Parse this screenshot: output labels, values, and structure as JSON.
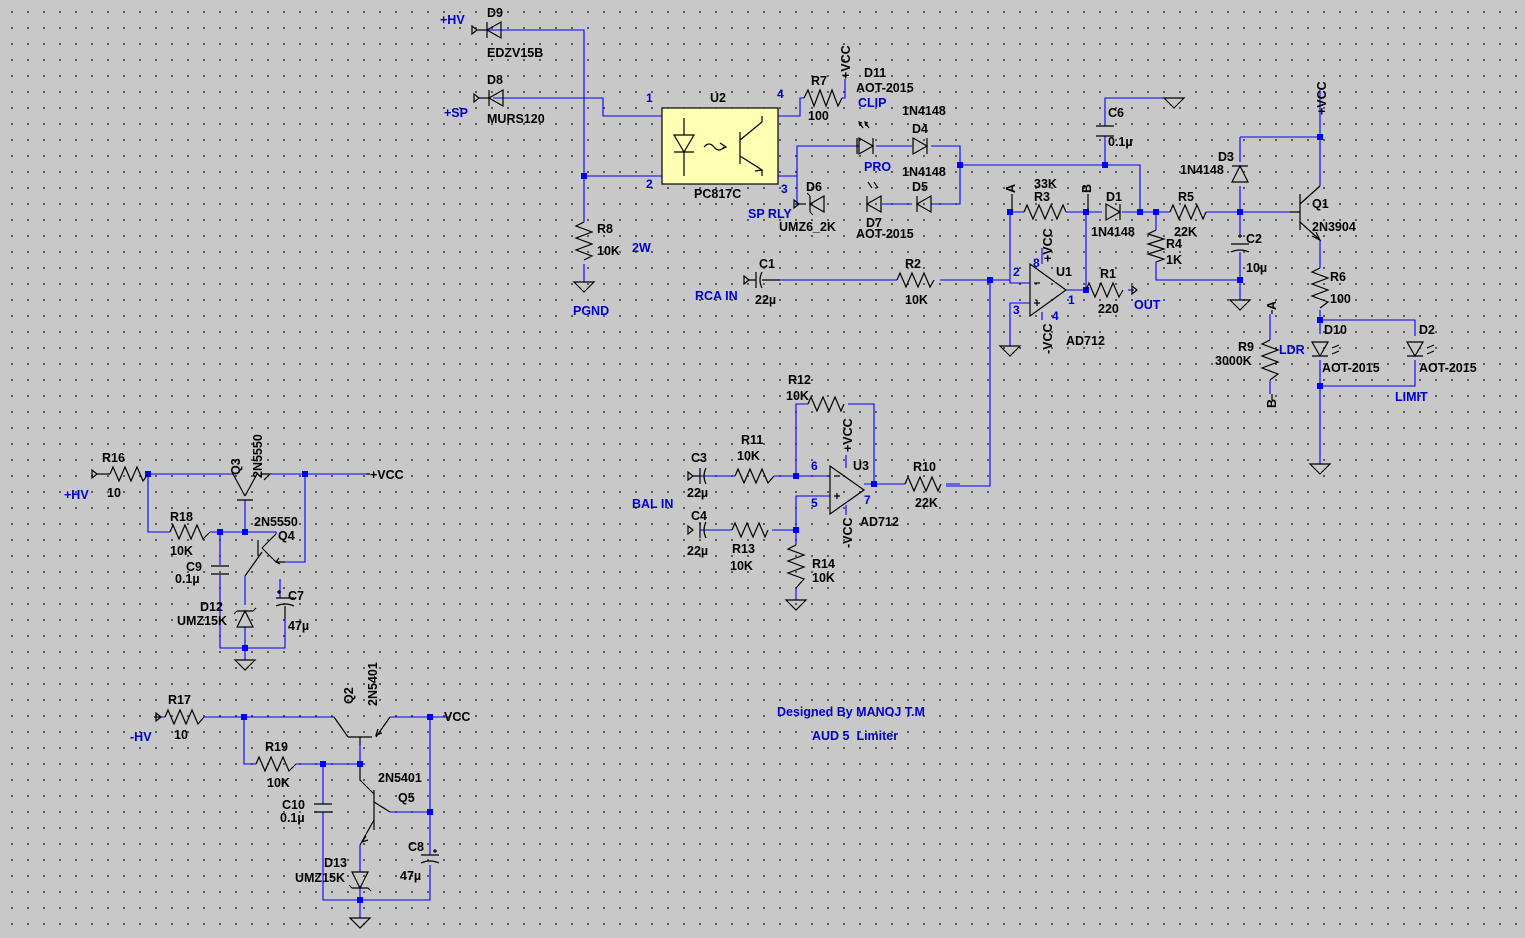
{
  "footer": {
    "designer": "Designed By MANOJ T.M",
    "title": "AUD 5  Limiter"
  },
  "nets": {
    "hv": "+HV",
    "sp": "+SP",
    "pgnd": "PGND",
    "sp_rly": "SP RLY",
    "rca_in": "RCA IN",
    "bal_in": "BAL IN",
    "out": "OUT",
    "limit": "LIMIT",
    "ldr": "LDR",
    "a": "A",
    "b": "B",
    "pvcc": "+VCC",
    "nvcc": "-VCC",
    "vcc": "VCC",
    "nhv": "-HV",
    "clip": "CLIP",
    "pro": "PRO",
    "w2": "2W"
  },
  "parts": {
    "d9": {
      "ref": "D9",
      "value": "EDZV15B"
    },
    "d8": {
      "ref": "D8",
      "value": "MURS120"
    },
    "u2": {
      "ref": "U2",
      "value": "PC817C",
      "pins": [
        "1",
        "2",
        "3",
        "4"
      ]
    },
    "r7": {
      "ref": "R7",
      "value": "100"
    },
    "d11": {
      "ref": "D11",
      "value": "AOT-2015"
    },
    "d4": {
      "ref": "D4",
      "value": "1N4148"
    },
    "d5": {
      "ref": "D5",
      "value": "1N4148"
    },
    "d6": {
      "ref": "D6",
      "value": "UMZ6_2K"
    },
    "d7": {
      "ref": "D7",
      "value": "AOT-2015"
    },
    "r8": {
      "ref": "R8",
      "value": "10K"
    },
    "c6": {
      "ref": "C6",
      "value": "0.1µ"
    },
    "r3": {
      "ref": "R3",
      "value": "33K"
    },
    "d1": {
      "ref": "D1",
      "value": "1N4148"
    },
    "r5": {
      "ref": "R5",
      "value": "22K"
    },
    "r4": {
      "ref": "R4",
      "value": "1K"
    },
    "d3": {
      "ref": "D3",
      "value": "1N4148"
    },
    "q1": {
      "ref": "Q1",
      "value": "2N3904"
    },
    "c2": {
      "ref": "C2",
      "value": "10µ"
    },
    "c1": {
      "ref": "C1",
      "value": "22µ"
    },
    "r2": {
      "ref": "R2",
      "value": "10K"
    },
    "u1": {
      "ref": "U1",
      "value": "AD712",
      "pins": [
        "8",
        "2",
        "3",
        "4",
        "1"
      ]
    },
    "r1": {
      "ref": "R1",
      "value": "220"
    },
    "r6": {
      "ref": "R6",
      "value": "100"
    },
    "r9": {
      "ref": "R9",
      "value": "3000K"
    },
    "d10": {
      "ref": "D10",
      "value": "AOT-2015"
    },
    "d2": {
      "ref": "D2",
      "value": "AOT-2015"
    },
    "r12": {
      "ref": "R12",
      "value": "10K"
    },
    "c3": {
      "ref": "C3",
      "value": "22µ"
    },
    "r11": {
      "ref": "R11",
      "value": "10K"
    },
    "u3": {
      "ref": "U3",
      "value": "AD712",
      "pins": [
        "6",
        "5",
        "7"
      ]
    },
    "r10": {
      "ref": "R10",
      "value": "22K"
    },
    "c4": {
      "ref": "C4",
      "value": "22µ"
    },
    "r13": {
      "ref": "R13",
      "value": "10K"
    },
    "r14": {
      "ref": "R14",
      "value": "10K"
    },
    "r16": {
      "ref": "R16",
      "value": "10"
    },
    "q3": {
      "ref": "Q3",
      "value": "2N5550"
    },
    "r18": {
      "ref": "R18",
      "value": "10K"
    },
    "q4": {
      "ref": "Q4",
      "value": "2N5550"
    },
    "c9": {
      "ref": "C9",
      "value": "0.1µ"
    },
    "d12": {
      "ref": "D12",
      "value": "UMZ15K"
    },
    "c7": {
      "ref": "C7",
      "value": "47µ"
    },
    "r17": {
      "ref": "R17",
      "value": "10"
    },
    "q2": {
      "ref": "Q2",
      "value": "2N5401"
    },
    "r19": {
      "ref": "R19",
      "value": "10K"
    },
    "q5": {
      "ref": "Q5",
      "value": "2N5401"
    },
    "c10": {
      "ref": "C10",
      "value": "0.1µ"
    },
    "d13": {
      "ref": "D13",
      "value": "UMZ15K"
    },
    "c8": {
      "ref": "C8",
      "value": "47µ"
    }
  }
}
